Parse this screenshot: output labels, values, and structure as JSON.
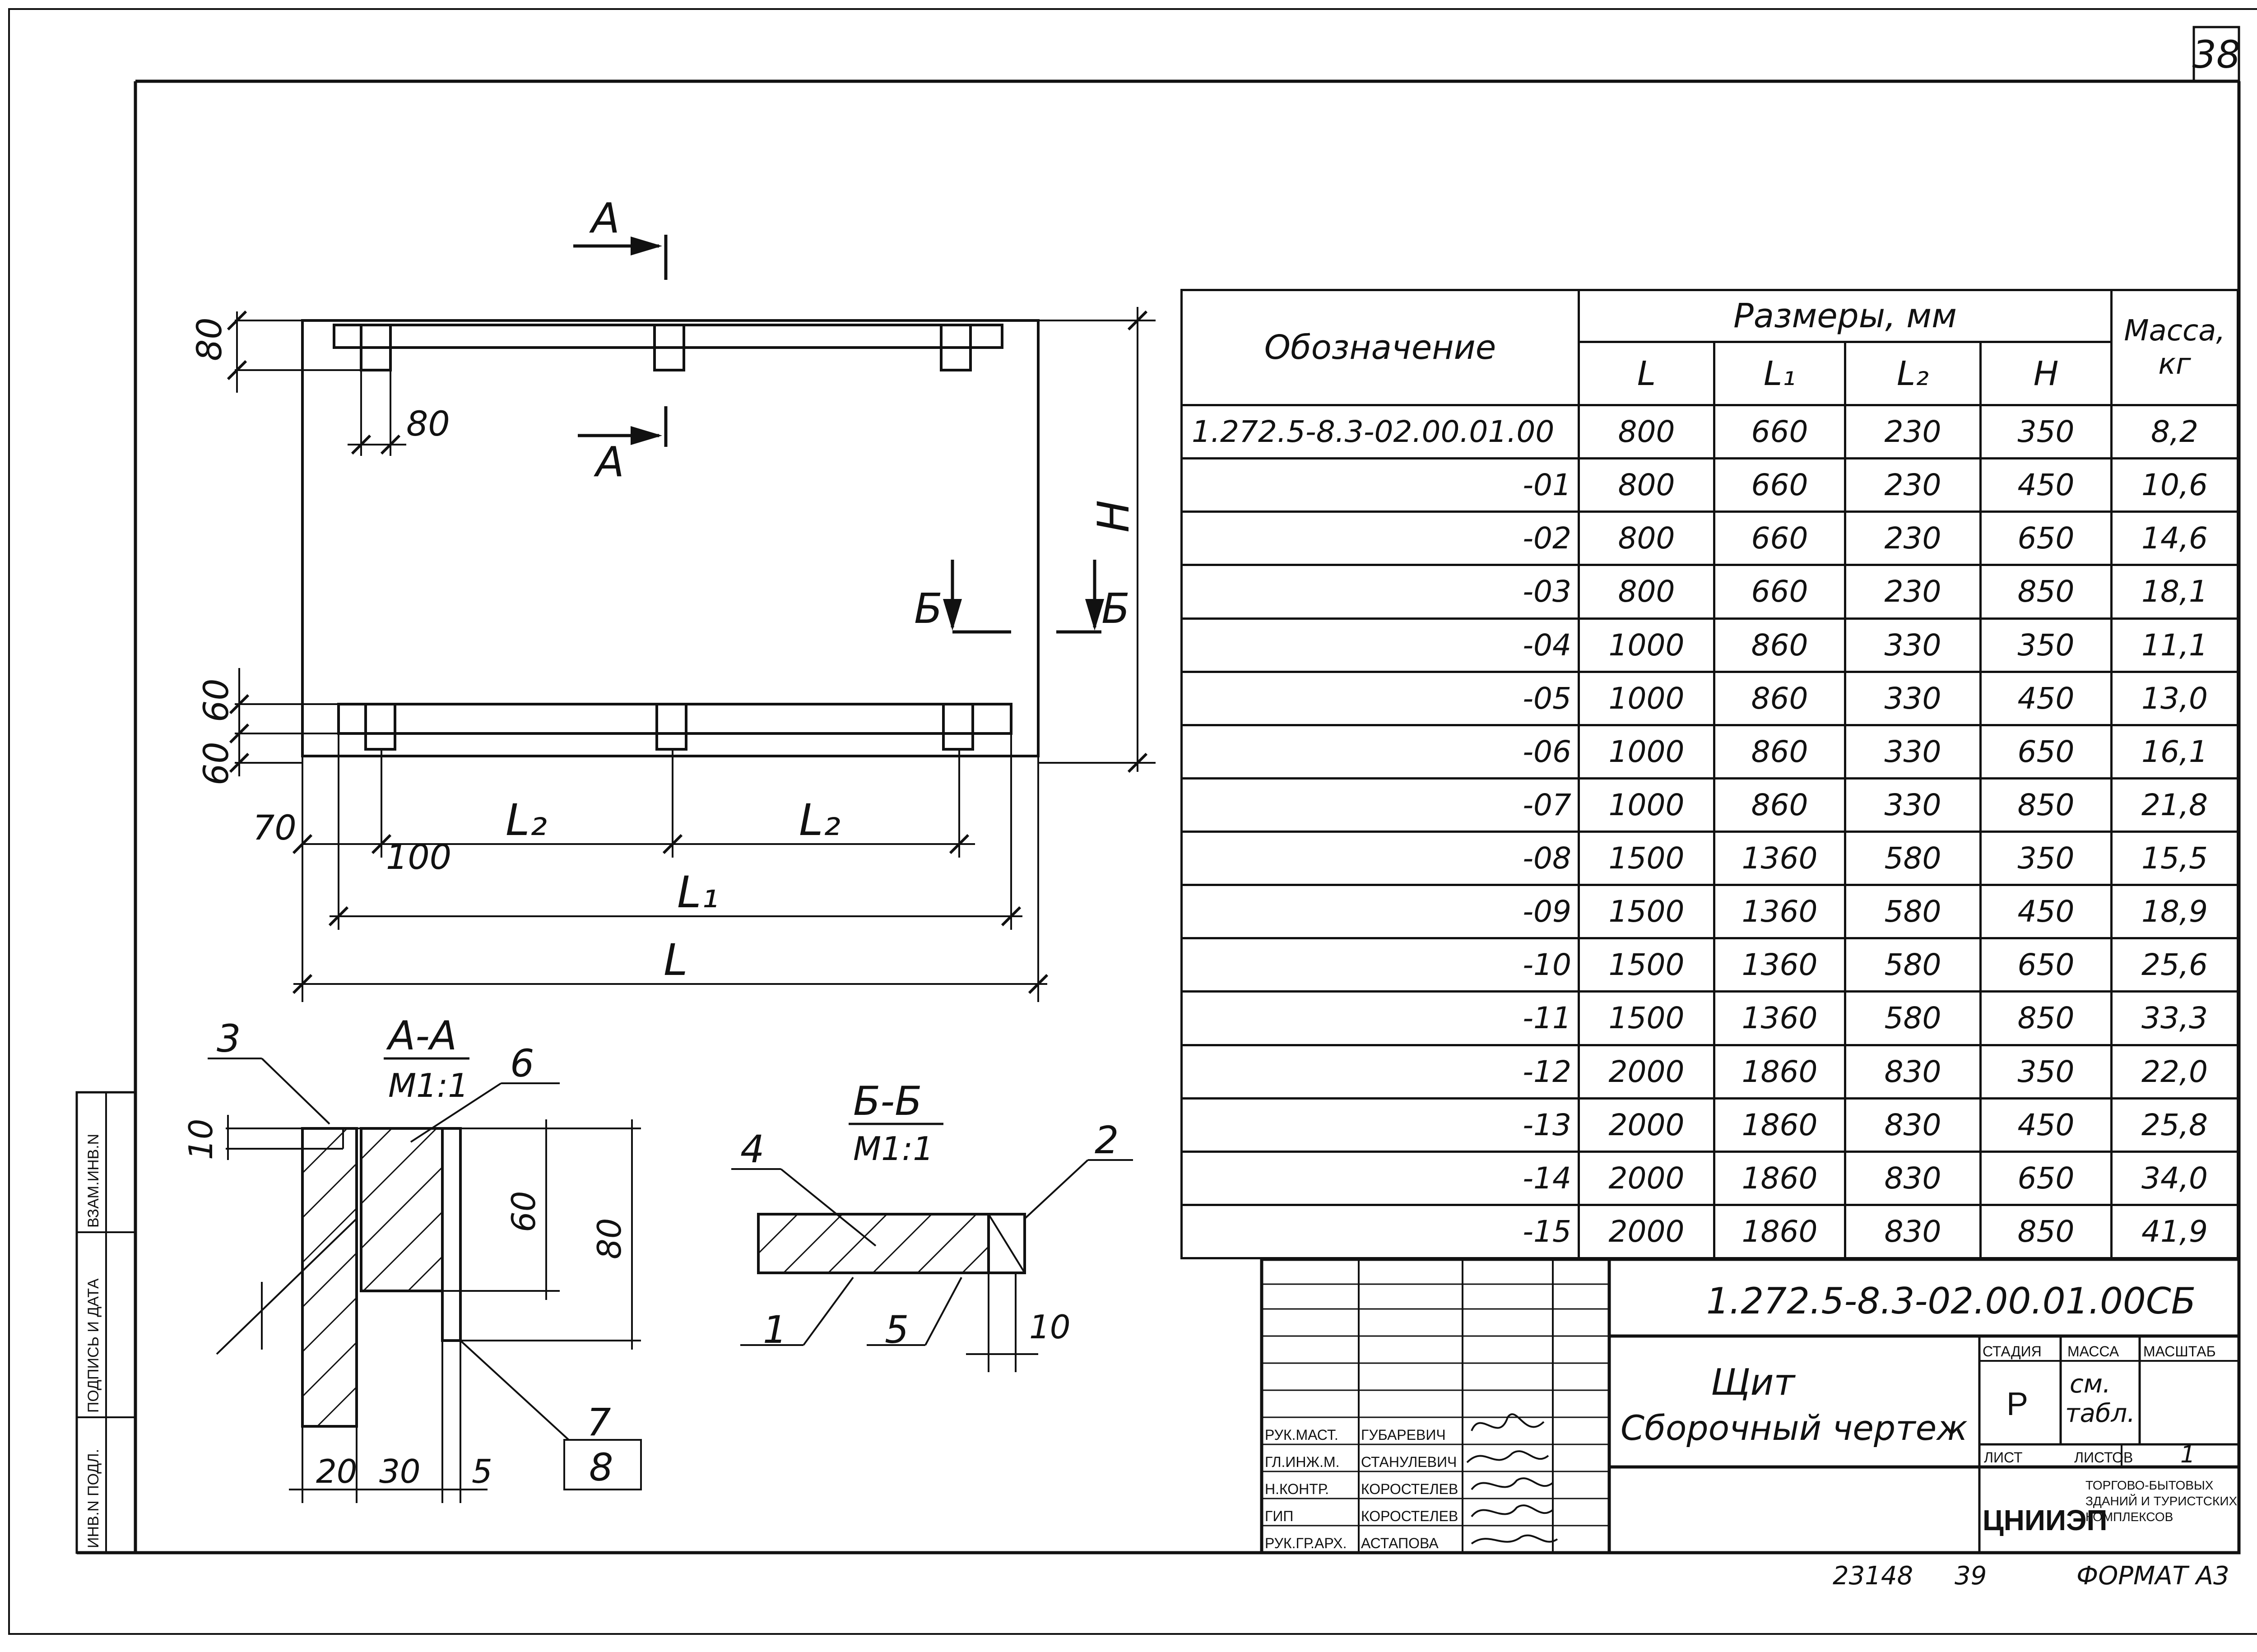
{
  "sheet_number": "38",
  "table": {
    "headers": {
      "designation": "Обозначение",
      "dimensions": "Размеры, мм",
      "mass": "Масса, кг",
      "cols": [
        "L",
        "L₁",
        "L₂",
        "H"
      ]
    },
    "rows": [
      {
        "des": "1.272.5-8.3-02.00.01.00",
        "L": "800",
        "L1": "660",
        "L2": "230",
        "H": "350",
        "m": "8,2"
      },
      {
        "des": "-01",
        "L": "800",
        "L1": "660",
        "L2": "230",
        "H": "450",
        "m": "10,6"
      },
      {
        "des": "-02",
        "L": "800",
        "L1": "660",
        "L2": "230",
        "H": "650",
        "m": "14,6"
      },
      {
        "des": "-03",
        "L": "800",
        "L1": "660",
        "L2": "230",
        "H": "850",
        "m": "18,1"
      },
      {
        "des": "-04",
        "L": "1000",
        "L1": "860",
        "L2": "330",
        "H": "350",
        "m": "11,1"
      },
      {
        "des": "-05",
        "L": "1000",
        "L1": "860",
        "L2": "330",
        "H": "450",
        "m": "13,0"
      },
      {
        "des": "-06",
        "L": "1000",
        "L1": "860",
        "L2": "330",
        "H": "650",
        "m": "16,1"
      },
      {
        "des": "-07",
        "L": "1000",
        "L1": "860",
        "L2": "330",
        "H": "850",
        "m": "21,8"
      },
      {
        "des": "-08",
        "L": "1500",
        "L1": "1360",
        "L2": "580",
        "H": "350",
        "m": "15,5"
      },
      {
        "des": "-09",
        "L": "1500",
        "L1": "1360",
        "L2": "580",
        "H": "450",
        "m": "18,9"
      },
      {
        "des": "-10",
        "L": "1500",
        "L1": "1360",
        "L2": "580",
        "H": "650",
        "m": "25,6"
      },
      {
        "des": "-11",
        "L": "1500",
        "L1": "1360",
        "L2": "580",
        "H": "850",
        "m": "33,3"
      },
      {
        "des": "-12",
        "L": "2000",
        "L1": "1860",
        "L2": "830",
        "H": "350",
        "m": "22,0"
      },
      {
        "des": "-13",
        "L": "2000",
        "L1": "1860",
        "L2": "830",
        "H": "450",
        "m": "25,8"
      },
      {
        "des": "-14",
        "L": "2000",
        "L1": "1860",
        "L2": "830",
        "H": "650",
        "m": "34,0"
      },
      {
        "des": "-15",
        "L": "2000",
        "L1": "1860",
        "L2": "830",
        "H": "850",
        "m": "41,9"
      }
    ]
  },
  "drawing": {
    "section_a": "А",
    "section_b": "Б",
    "dim_80_top": "80",
    "dim_80_post": "80",
    "dim_h": "H",
    "dim_60_a": "60",
    "dim_60_b": "60",
    "dim_70": "70",
    "dim_100": "100",
    "dim_l2": "L₂",
    "dim_l1": "L₁",
    "dim_l": "L",
    "aa_title": "А-А",
    "aa_scale": "М1:1",
    "bb_title": "Б-Б",
    "bb_scale": "М1:1",
    "aa_dim_10": "10",
    "aa_dim_60": "60",
    "aa_dim_80": "80",
    "aa_dim_20": "20",
    "aa_dim_30": "30",
    "aa_dim_5": "5",
    "bb_dim_10": "10",
    "pos": [
      "1",
      "2",
      "3",
      "4",
      "5",
      "6",
      "7",
      "8"
    ]
  },
  "title_block": {
    "doc_code": "1.272.5-8.3-02.00.01.00СБ",
    "title_line1": "Щит",
    "title_line2": "Сборочный чертеж",
    "stage_label": "СТАДИЯ",
    "mass_label": "МАССА",
    "scale_label": "МАСШТАБ",
    "stage_value": "Р",
    "mass_value_1": "см.",
    "mass_value_2": "табл.",
    "sheet_label": "ЛИСТ",
    "sheets_label": "ЛИСТОВ",
    "sheets_value": "1",
    "org_logo": "ЦНИИЭП",
    "org_text_1": "ТОРГОВО-БЫТОВЫХ",
    "org_text_2": "ЗДАНИЙ И ТУРИСТСКИХ",
    "org_text_3": "КОМПЛЕКСОВ",
    "signatures": [
      {
        "role": "РУК.МАСТ.",
        "name": "ГУБАРЕВИЧ"
      },
      {
        "role": "ГЛ.ИНЖ.М.",
        "name": "СТАНУЛЕВИЧ"
      },
      {
        "role": "Н.КОНТР.",
        "name": "КОРОСТЕЛЕВ"
      },
      {
        "role": "ГИП",
        "name": "КОРОСТЕЛЕВ"
      },
      {
        "role": "РУК.ГР.АРХ.",
        "name": "АСТАПОВА"
      }
    ]
  },
  "side_stamp": {
    "inv_podl": "ИНВ.N ПОДЛ.",
    "podpis": "ПОДПИСЬ И ДАТА",
    "vzam": "ВЗАМ.ИНВ.N"
  },
  "bottom": {
    "left_num": "23148",
    "page": "39",
    "format": "ФОРМАТ А3"
  }
}
